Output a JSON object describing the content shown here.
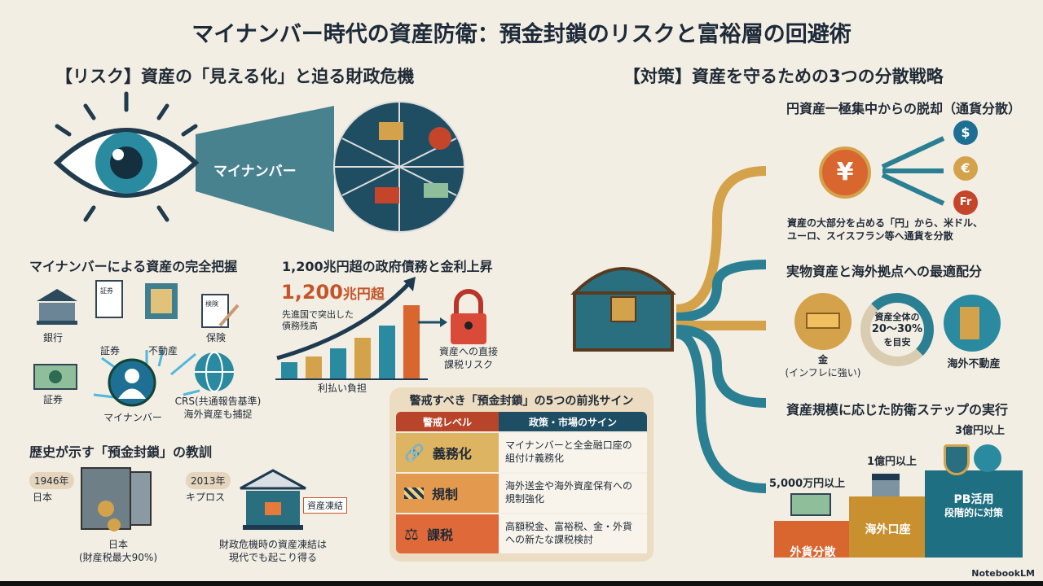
{
  "title": "マイナンバー時代の資産防衛：預金封鎖のリスクと富裕層の回避術",
  "left": {
    "heading": "【リスク】資産の「見える化」と迫る財政危機",
    "eye_beam_label": "マイナンバー",
    "capture": {
      "title": "マイナンバーによる資産の完全把握",
      "items": [
        "銀行",
        "証券",
        "不動産",
        "保険",
        "証券"
      ],
      "center": "マイナンバー",
      "crs": "CRS(共通報告基準)",
      "crs_sub": "海外資産も捕捉",
      "doc_label_1": "証券",
      "doc_label_2": "検険"
    },
    "debt": {
      "title": "1,200兆円超の政府債務と金利上昇",
      "big": "1,200",
      "big_unit": "兆円超",
      "desc1": "先進国で突出した",
      "desc2": "債務残高",
      "axis": "利払い負担",
      "risk1": "資産への直接",
      "risk2": "課税リスク"
    },
    "history": {
      "title": "歴史が示す「預金封鎖」の教訓",
      "y1": "1946年",
      "c1": "日本",
      "cap1a": "日本",
      "cap1b": "(財産税最大90%)",
      "y2": "2013年",
      "c2": "キプロス",
      "freeze": "資産凍結",
      "cap2a": "財政危機時の資産凍結は",
      "cap2b": "現代でも起こり得る"
    }
  },
  "signs": {
    "title": "警戒すべき「預金封鎖」の5つの前兆サイン",
    "col1": "警戒レベル",
    "col2": "政策・市場のサイン",
    "rows": [
      {
        "level": "義務化",
        "icon": "chain-icon",
        "sign": "マイナンバーと全金融口座の組付け義務化"
      },
      {
        "level": "規制",
        "icon": "barrier-icon",
        "sign": "海外送金や海外資産保有への規制強化"
      },
      {
        "level": "課税",
        "icon": "scales-icon",
        "sign": "高額税金、富裕税、金・外貨への新たな課税検討"
      }
    ]
  },
  "right": {
    "heading": "【対策】資産を守るための3つの分散戦略",
    "s1": {
      "title": "円資産一極集中からの脱却（通貨分散）",
      "yen": "¥",
      "cur": [
        "$",
        "€",
        "Fr"
      ],
      "desc1": "資産の大部分を占める「円」から、米ドル、",
      "desc2": "ユーロ、スイスフラン等へ通貨を分散"
    },
    "s2": {
      "title": "実物資産と海外拠点への最適配分",
      "gold": "金",
      "gold_sub": "(インフレに強い)",
      "ring1": "資産全体の",
      "ring2": "20〜30%",
      "ring3": "を目安",
      "realestate": "海外不動産"
    },
    "s3": {
      "title": "資産規模に応じた防衛ステップの実行",
      "steps": [
        {
          "amount": "5,000万円以上",
          "label": "外貨分散"
        },
        {
          "amount": "1億円以上",
          "label": "海外口座"
        },
        {
          "amount": "3億円以上",
          "label": "PB活用",
          "label2": "段階的に対策"
        }
      ]
    }
  },
  "footer": {
    "brand": "NotebookLM"
  },
  "colors": {
    "navy": "#1d4e63",
    "teal": "#2a7f93",
    "gold": "#d4a24a",
    "orange": "#d9652f",
    "red": "#c4452a"
  }
}
